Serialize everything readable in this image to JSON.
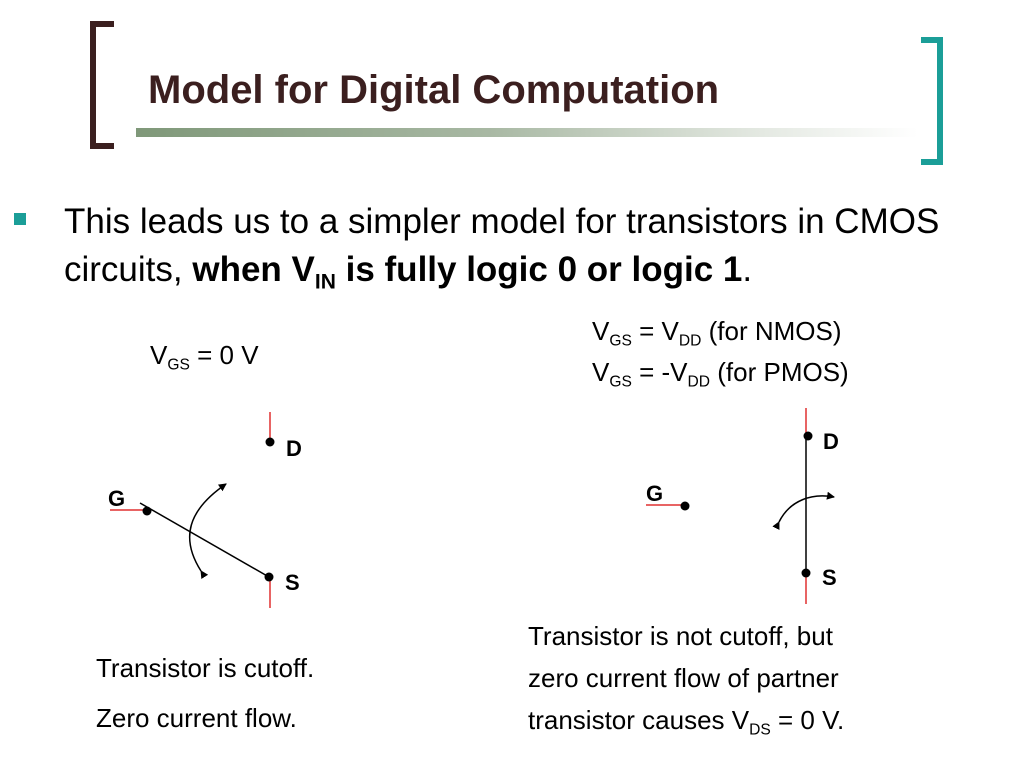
{
  "title": "Model for Digital Computation",
  "bullet": {
    "plain_prefix": "This leads us to a simpler model for transistors in CMOS circuits, ",
    "bold_part1": "when V",
    "bold_sub": "IN",
    "bold_part2": " is fully logic 0 or logic 1",
    "trailing": "."
  },
  "left_case": {
    "condition": {
      "prefix": "V",
      "sub": "GS",
      "suffix": " = 0 V"
    },
    "terminals": {
      "drain": "D",
      "gate": "G",
      "source": "S"
    },
    "caption_line1": "Transistor is cutoff.",
    "caption_line2": "Zero current flow."
  },
  "right_case": {
    "condition1": {
      "prefix": "V",
      "sub1": "GS",
      "mid": " = V",
      "sub2": "DD",
      "suffix": " (for NMOS)"
    },
    "condition2": {
      "prefix": "V",
      "sub1": "GS",
      "mid": " = -V",
      "sub2": "DD",
      "suffix": " (for PMOS)"
    },
    "terminals": {
      "drain": "D",
      "gate": "G",
      "source": "S"
    },
    "caption_line1": "Transistor is not cutoff, but",
    "caption_line2": "zero current flow of partner",
    "caption_line3_prefix": "transistor causes V",
    "caption_line3_sub": "DS",
    "caption_line3_suffix": " = 0 V."
  },
  "colors": {
    "title": "#3b1f1f",
    "left_bracket": "#3b1f1f",
    "right_bracket": "#1b9e98",
    "bullet": "#1b9e98",
    "lead_line": "#e03030"
  }
}
